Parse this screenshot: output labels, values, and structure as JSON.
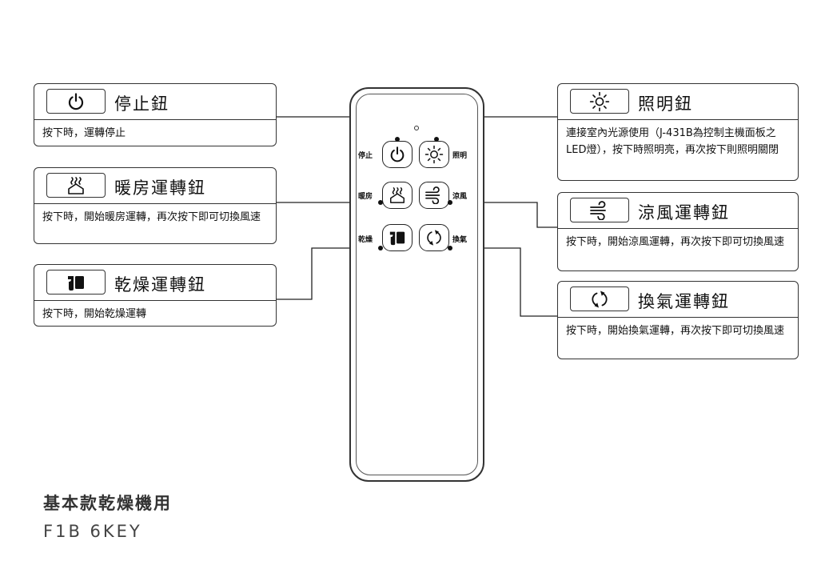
{
  "remote": {
    "buttons": [
      {
        "key": "power",
        "label": "停止",
        "icon": "power-icon"
      },
      {
        "key": "light",
        "label": "照明",
        "icon": "sun-icon"
      },
      {
        "key": "heat",
        "label": "暖房",
        "icon": "heat-icon"
      },
      {
        "key": "cool",
        "label": "涼風",
        "icon": "wind-icon"
      },
      {
        "key": "dry",
        "label": "乾燥",
        "icon": "dry-icon"
      },
      {
        "key": "vent",
        "label": "換氣",
        "icon": "vent-icon"
      }
    ]
  },
  "callouts": {
    "power": {
      "title": "停止鈕",
      "desc": "按下時，運轉停止",
      "icon": "power-icon"
    },
    "heat": {
      "title": "暖房運轉鈕",
      "desc": "按下時，開始暖房運轉，再次按下即可切換風速",
      "icon": "heat-icon"
    },
    "dry": {
      "title": "乾燥運轉鈕",
      "desc": "按下時，開始乾燥運轉",
      "icon": "dry-icon"
    },
    "light": {
      "title": "照明鈕",
      "desc": "連接室內光源使用（J-431B為控制主機面板之LED燈），按下時照明亮，再次按下則照明關閉",
      "icon": "sun-icon"
    },
    "cool": {
      "title": "涼風運轉鈕",
      "desc": "按下時，開始涼風運轉，再次按下即可切換風速",
      "icon": "wind-icon"
    },
    "vent": {
      "title": "換氣運轉鈕",
      "desc": "按下時，開始換氣運轉，再次按下即可切換風速",
      "icon": "vent-icon"
    }
  },
  "footer": {
    "title": "基本款乾燥機用",
    "model": "F1B 6KEY"
  }
}
